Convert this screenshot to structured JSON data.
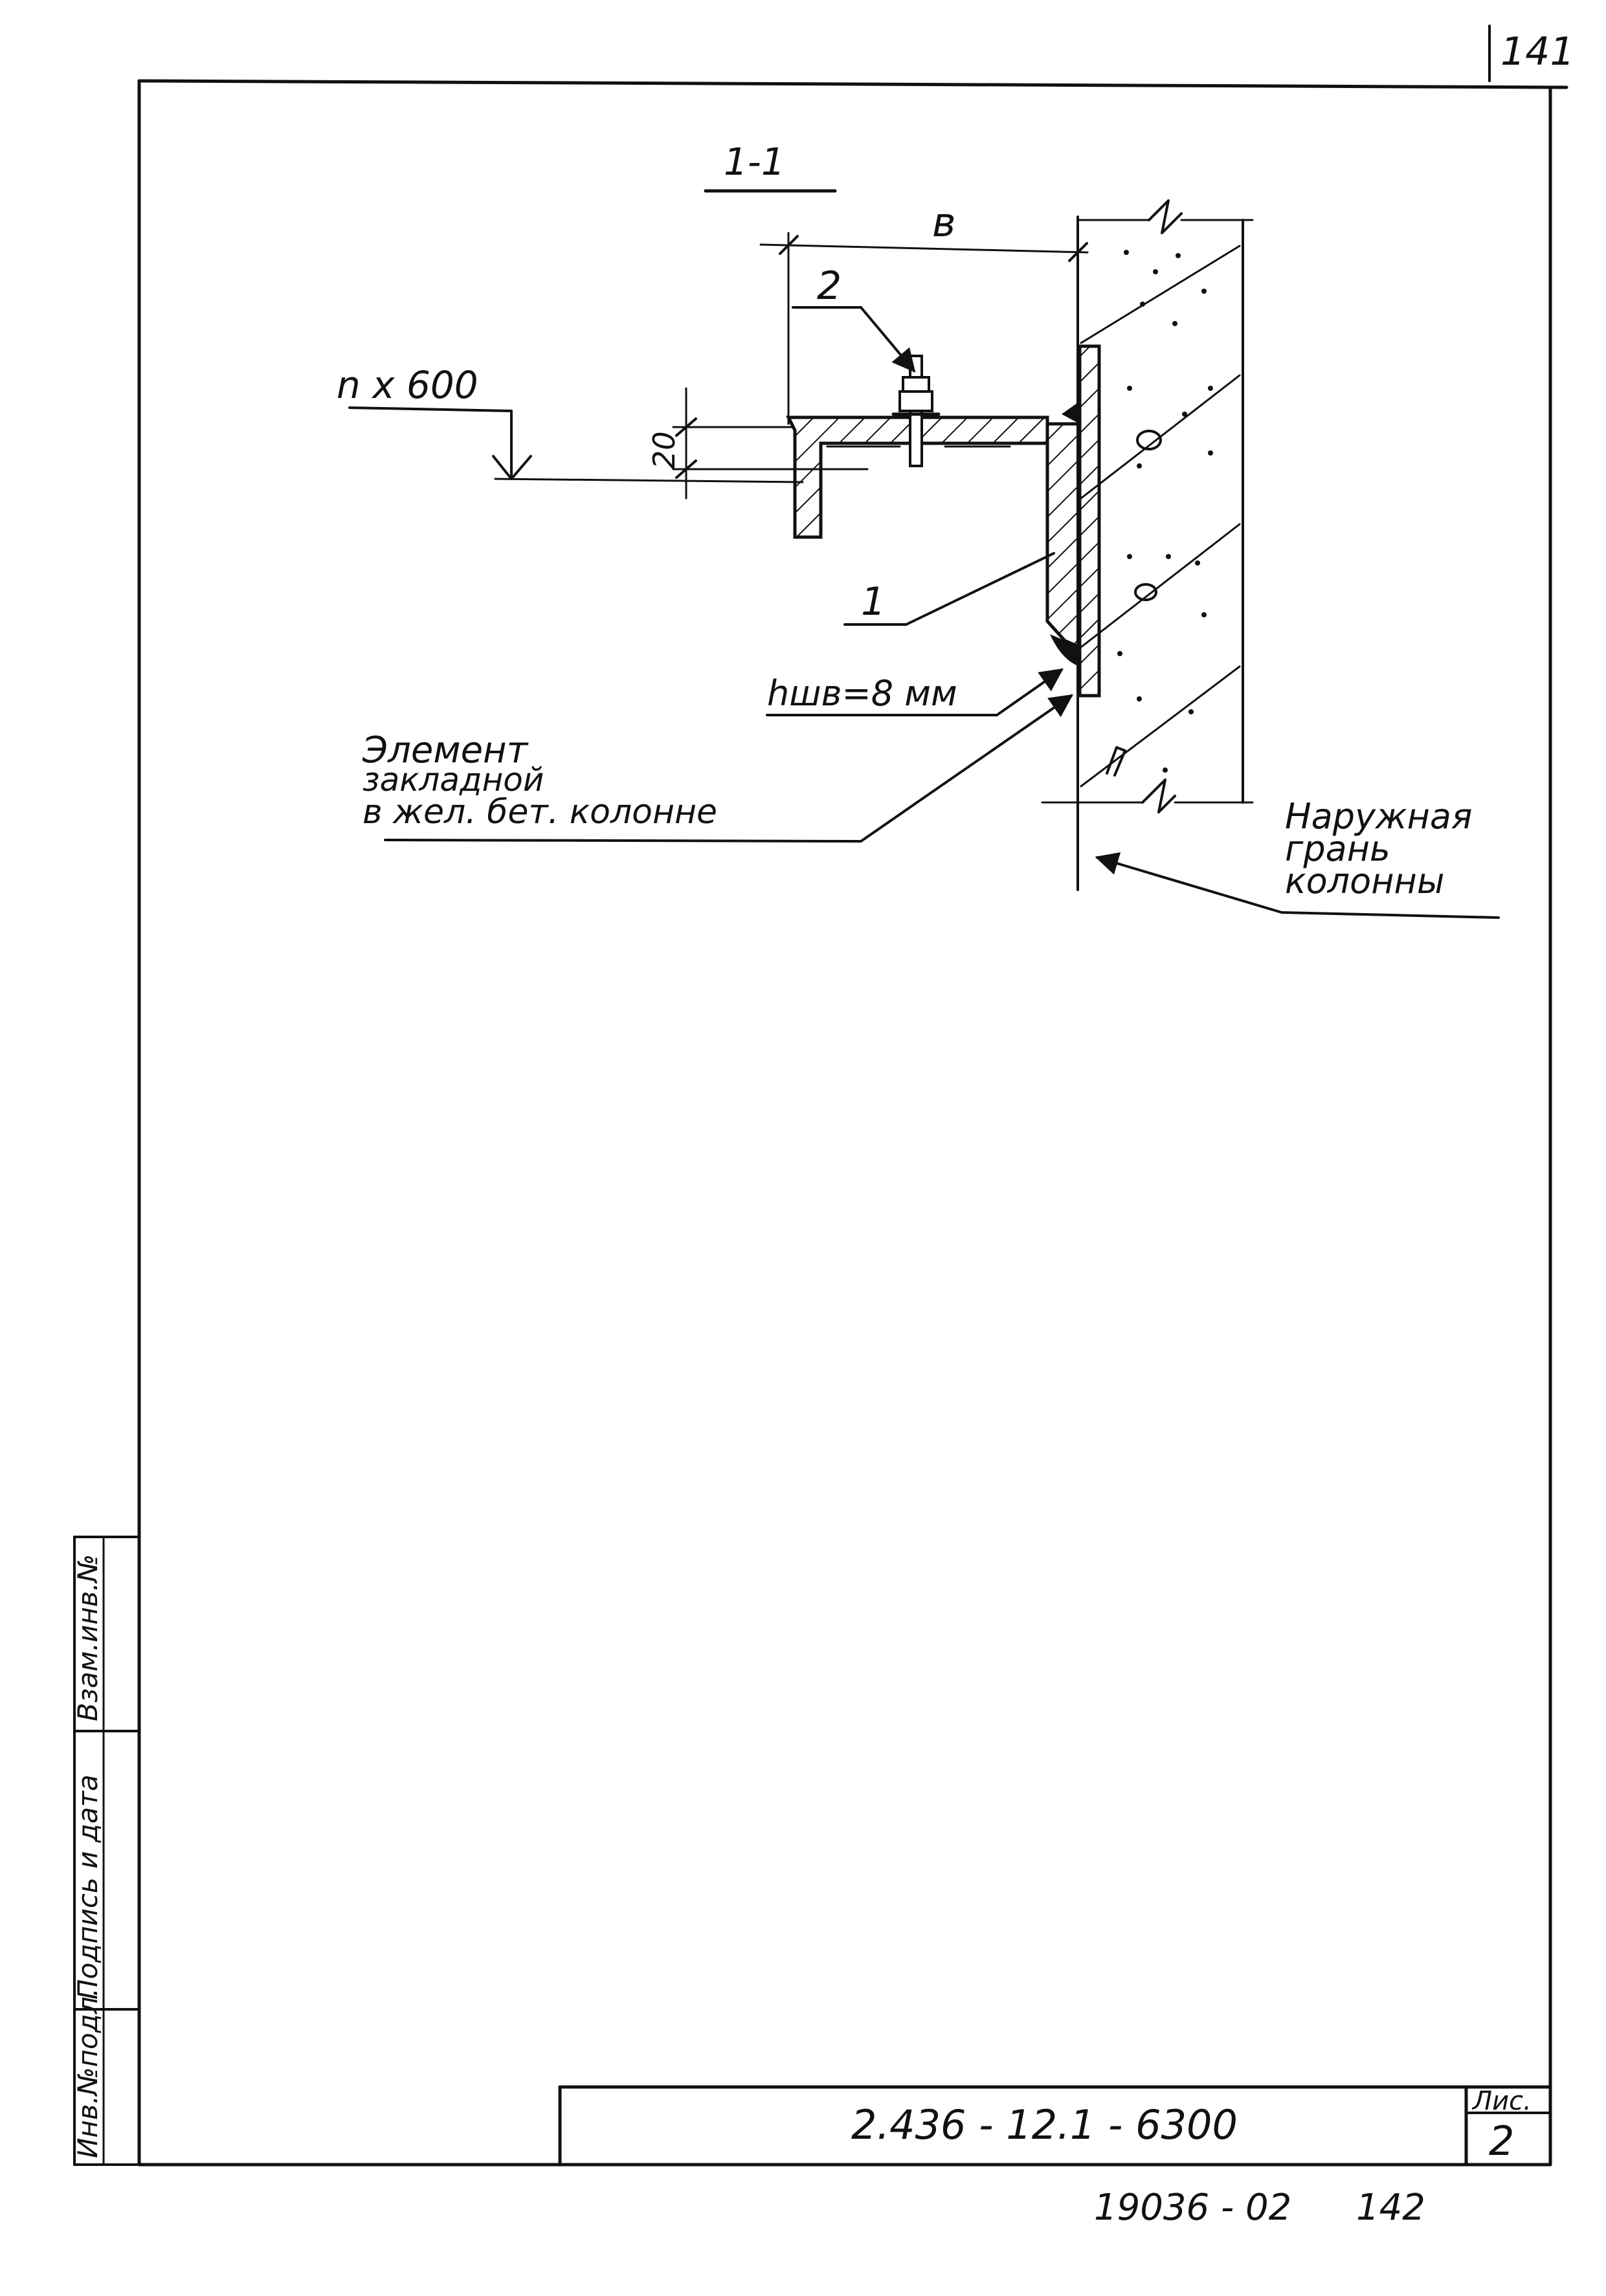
{
  "sheet": {
    "page_number": "141",
    "section_label": "1-1",
    "doc_code": "2.436 - 12.1 - 6300",
    "sheet_label": "Лис.",
    "sheet_number": "2",
    "footer_code": "19036 - 02",
    "footer_number": "142"
  },
  "drawing": {
    "dim_b": "в",
    "dim_20": "20",
    "level_label": "n x 600",
    "callout_1": "1",
    "callout_2": "2",
    "weld_label": "hшв=8 мм",
    "embedded_label": [
      "Элемент",
      "закладной",
      "в жел. бет. колонне"
    ],
    "face_label": [
      "Наружная",
      "грань",
      "колонны"
    ]
  },
  "stamp": {
    "cells": [
      "Инв.№подл.",
      "Подпись и дата",
      "Взам.инв.№"
    ]
  }
}
